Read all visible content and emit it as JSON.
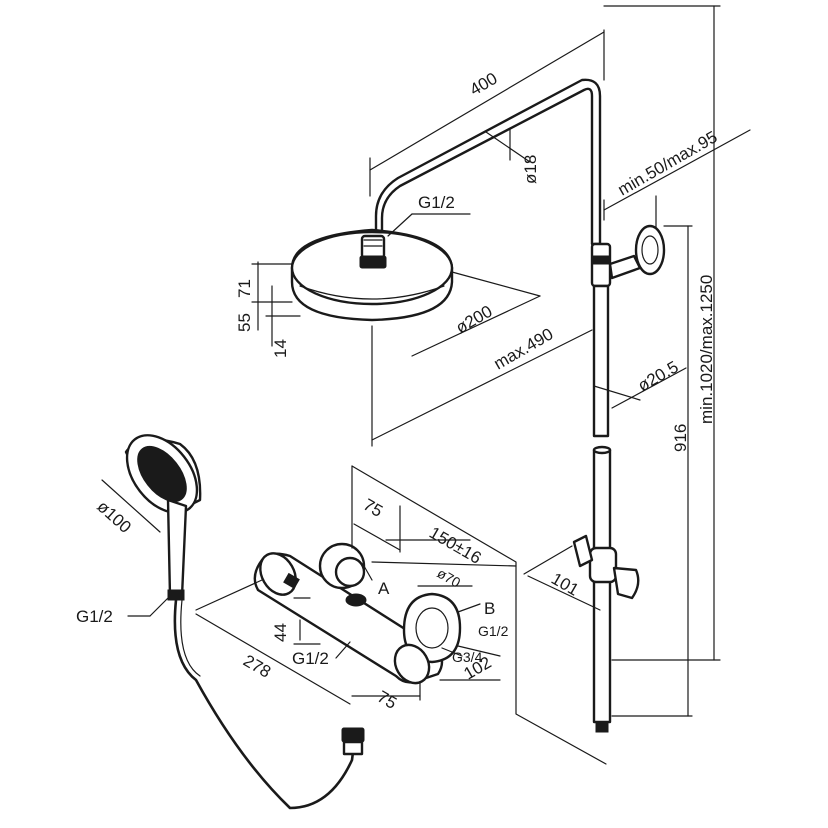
{
  "labels": {
    "arm_length": "400",
    "arm_diameter": "ø18",
    "wall_bracket": "min.50/max.95",
    "head_thread": "G1/2",
    "head_height_71": "71",
    "head_height_55": "55",
    "head_height_14": "14",
    "head_diameter": "ø200",
    "head_projection": "max.490",
    "rail_height": "min.1020/max.1250",
    "rail_diameter": "ø20.5",
    "rail_916": "916",
    "hand_diameter": "ø100",
    "hand_thread": "G1/2",
    "mixer_75_top": "75",
    "mixer_centers": "150±16",
    "knob_diameter": "ø70",
    "port_a": "A",
    "port_b": "B",
    "port_b_thread": "G1/2",
    "inlet_thread": "G3/4",
    "mixer_102": "102",
    "mixer_44": "44",
    "mixer_outlet_thread": "G1/2",
    "mixer_278": "278",
    "mixer_75_bottom": "75",
    "slider_101": "101"
  }
}
